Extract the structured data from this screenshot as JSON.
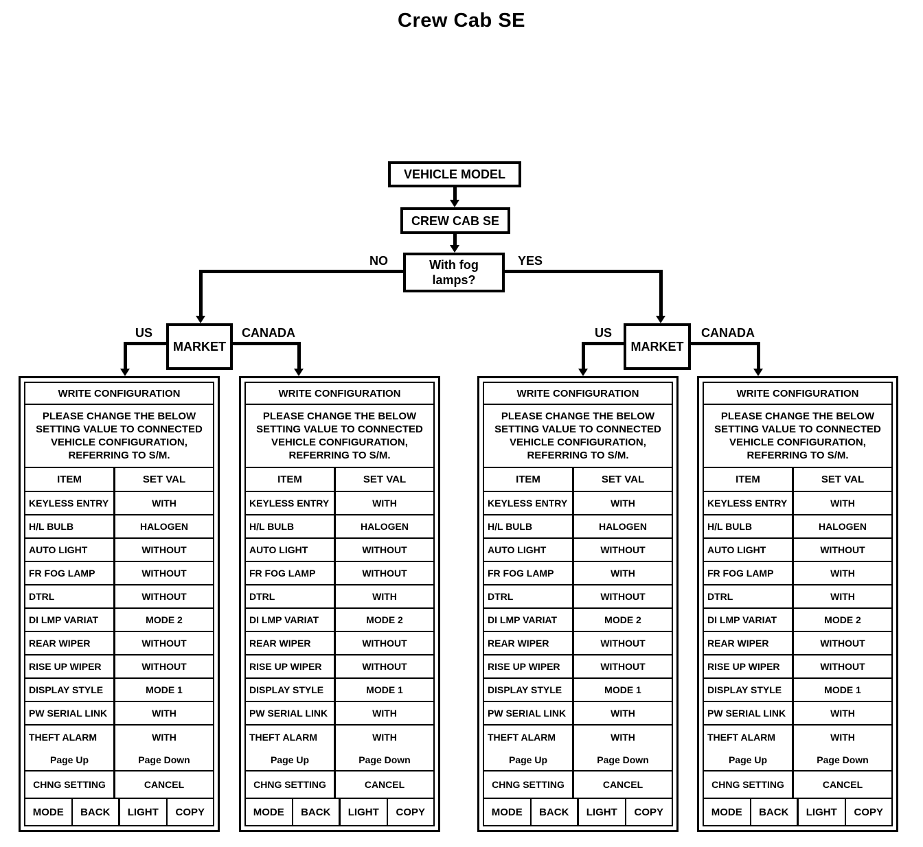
{
  "title": "Crew Cab SE",
  "flowchart": {
    "vehicle_model_label": "VEHICLE MODEL",
    "crew_cab_label": "CREW CAB SE",
    "fog_lamps_question": "With fog lamps?",
    "no_label": "NO",
    "yes_label": "YES",
    "market_label": "MARKET",
    "us_label": "US",
    "canada_label": "CANADA"
  },
  "write_configuration_panels": [
    {
      "header": "WRITE CONFIGURATION",
      "message": "PLEASE CHANGE THE BELOW SETTING VALUE TO CONNECTED VEHICLE CONFIGURATION, REFERRING TO S/M.",
      "columns": [
        "ITEM",
        "SET VAL"
      ],
      "rows": [
        [
          "KEYLESS ENTRY",
          "WITH"
        ],
        [
          "H/L BULB",
          "HALOGEN"
        ],
        [
          "AUTO LIGHT",
          "WITHOUT"
        ],
        [
          "FR FOG LAMP",
          "WITHOUT"
        ],
        [
          "DTRL",
          "WITHOUT"
        ],
        [
          "DI LMP VARIAT",
          "MODE 2"
        ],
        [
          "REAR WIPER",
          "WITHOUT"
        ],
        [
          "RISE UP WIPER",
          "WITHOUT"
        ],
        [
          "DISPLAY STYLE",
          "MODE 1"
        ],
        [
          "PW SERIAL LINK",
          "WITH"
        ],
        [
          "THEFT ALARM",
          "WITH"
        ]
      ],
      "nav": {
        "page_up": "Page Up",
        "page_down": "Page Down",
        "chng_setting": "CHNG SETTING",
        "cancel": "CANCEL"
      },
      "buttons": [
        "MODE",
        "BACK",
        "LIGHT",
        "COPY"
      ]
    },
    {
      "header": "WRITE CONFIGURATION",
      "message": "PLEASE CHANGE THE BELOW SETTING VALUE TO CONNECTED VEHICLE CONFIGURATION, REFERRING TO S/M.",
      "columns": [
        "ITEM",
        "SET VAL"
      ],
      "rows": [
        [
          "KEYLESS ENTRY",
          "WITH"
        ],
        [
          "H/L BULB",
          "HALOGEN"
        ],
        [
          "AUTO LIGHT",
          "WITHOUT"
        ],
        [
          "FR FOG LAMP",
          "WITHOUT"
        ],
        [
          "DTRL",
          "WITH"
        ],
        [
          "DI LMP VARIAT",
          "MODE 2"
        ],
        [
          "REAR WIPER",
          "WITHOUT"
        ],
        [
          "RISE UP WIPER",
          "WITHOUT"
        ],
        [
          "DISPLAY STYLE",
          "MODE 1"
        ],
        [
          "PW SERIAL LINK",
          "WITH"
        ],
        [
          "THEFT ALARM",
          "WITH"
        ]
      ],
      "nav": {
        "page_up": "Page Up",
        "page_down": "Page Down",
        "chng_setting": "CHNG SETTING",
        "cancel": "CANCEL"
      },
      "buttons": [
        "MODE",
        "BACK",
        "LIGHT",
        "COPY"
      ]
    },
    {
      "header": "WRITE CONFIGURATION",
      "message": "PLEASE CHANGE THE BELOW SETTING VALUE TO CONNECTED VEHICLE CONFIGURATION, REFERRING TO S/M.",
      "columns": [
        "ITEM",
        "SET VAL"
      ],
      "rows": [
        [
          "KEYLESS ENTRY",
          "WITH"
        ],
        [
          "H/L BULB",
          "HALOGEN"
        ],
        [
          "AUTO LIGHT",
          "WITHOUT"
        ],
        [
          "FR FOG LAMP",
          "WITH"
        ],
        [
          "DTRL",
          "WITHOUT"
        ],
        [
          "DI LMP VARIAT",
          "MODE 2"
        ],
        [
          "REAR WIPER",
          "WITHOUT"
        ],
        [
          "RISE UP WIPER",
          "WITHOUT"
        ],
        [
          "DISPLAY STYLE",
          "MODE 1"
        ],
        [
          "PW SERIAL LINK",
          "WITH"
        ],
        [
          "THEFT ALARM",
          "WITH"
        ]
      ],
      "nav": {
        "page_up": "Page Up",
        "page_down": "Page Down",
        "chng_setting": "CHNG SETTING",
        "cancel": "CANCEL"
      },
      "buttons": [
        "MODE",
        "BACK",
        "LIGHT",
        "COPY"
      ]
    },
    {
      "header": "WRITE CONFIGURATION",
      "message": "PLEASE CHANGE THE BELOW SETTING VALUE TO CONNECTED VEHICLE CONFIGURATION, REFERRING TO S/M.",
      "columns": [
        "ITEM",
        "SET VAL"
      ],
      "rows": [
        [
          "KEYLESS ENTRY",
          "WITH"
        ],
        [
          "H/L BULB",
          "HALOGEN"
        ],
        [
          "AUTO LIGHT",
          "WITHOUT"
        ],
        [
          "FR FOG LAMP",
          "WITH"
        ],
        [
          "DTRL",
          "WITH"
        ],
        [
          "DI LMP VARIAT",
          "MODE 2"
        ],
        [
          "REAR WIPER",
          "WITHOUT"
        ],
        [
          "RISE UP WIPER",
          "WITHOUT"
        ],
        [
          "DISPLAY STYLE",
          "MODE 1"
        ],
        [
          "PW SERIAL LINK",
          "WITH"
        ],
        [
          "THEFT ALARM",
          "WITH"
        ]
      ],
      "nav": {
        "page_up": "Page Up",
        "page_down": "Page Down",
        "chng_setting": "CHNG SETTING",
        "cancel": "CANCEL"
      },
      "buttons": [
        "MODE",
        "BACK",
        "LIGHT",
        "COPY"
      ]
    }
  ]
}
